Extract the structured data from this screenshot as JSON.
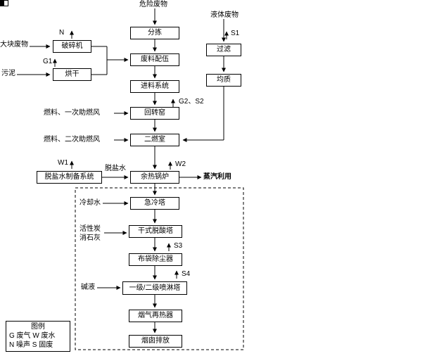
{
  "colors": {
    "line": "#000000",
    "background": "#ffffff",
    "box_fill": "#ffffff"
  },
  "flow": {
    "hazardous_waste": "危险废物",
    "sorting": "分拣",
    "blending": "废料配伍",
    "feeding": "进料系统",
    "rotary_kiln": "回转窑",
    "secondary_chamber": "二燃室",
    "waste_heat_boiler": "余热锅炉",
    "quench_tower": "急冷塔",
    "dry_deacid_tower": "干式脱酸塔",
    "bag_filter": "布袋除尘器",
    "spray_tower": "一级/二级喷淋塔",
    "flue_gas_reheater": "烟气再热器",
    "stack_emission": "烟囱排放"
  },
  "pretreatment": {
    "bulky_waste": "大块废物",
    "crusher": "破碎机",
    "sludge": "污泥",
    "dryer": "烘干",
    "liquid_waste": "液体废物",
    "filter": "过滤",
    "equalization": "均质"
  },
  "inputs": {
    "fuel_primary_air": "燃料、一次助燃风",
    "fuel_secondary_air": "燃料、二次助燃风",
    "demin_water_system": "脱盐水制备系统",
    "demin_water": "脱盐水",
    "steam_use": "蒸汽利用",
    "cooling_water": "冷却水",
    "activated_carbon": "活性炭",
    "slaked_lime": "消石灰",
    "alkali": "碱液"
  },
  "emissions": {
    "n": "N",
    "g1": "G1",
    "s1": "S1",
    "g2s2": "G2、S2",
    "w1": "W1",
    "w2": "W2",
    "s3": "S3",
    "s4": "S4"
  },
  "legend": {
    "title": "图例",
    "line1": "G 废气 W 废水",
    "line2": "N 噪声 S 固废"
  }
}
